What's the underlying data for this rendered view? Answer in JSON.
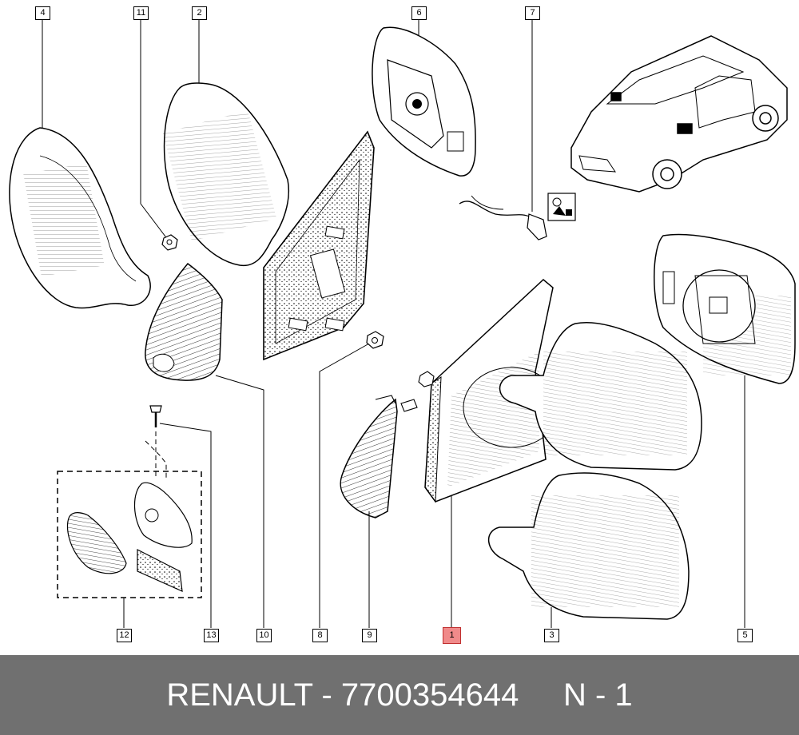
{
  "callouts": {
    "c4": "4",
    "c11": "11",
    "c2": "2",
    "c6": "6",
    "c7": "7",
    "c12": "12",
    "c13": "13",
    "c10": "10",
    "c8": "8",
    "c9": "9",
    "c1": "1",
    "c3": "3",
    "c5": "5"
  },
  "footer": {
    "brand": "RENAULT",
    "sep": " - ",
    "part_number": "7700354644",
    "gap": "     ",
    "position": "N - 1"
  },
  "colors": {
    "footer_bg": "#707070",
    "highlight": "#f08a8a"
  }
}
